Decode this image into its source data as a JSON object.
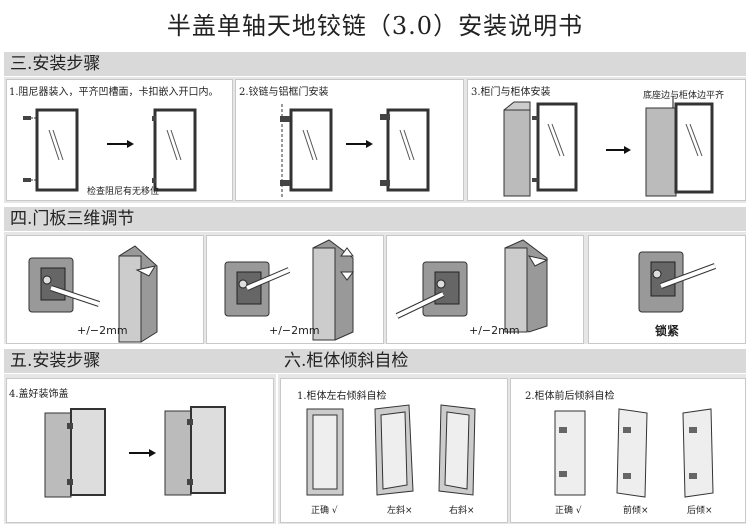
{
  "title": "半盖单轴天地铰链（3.0）安装说明书",
  "section3": {
    "header": "三.安装步骤",
    "step1": "1.阻尼器装入，平齐凹槽面，卡扣嵌入开口内。",
    "step1_note": "检查阻尼有无移位",
    "step2": "2.铰链与铝框门安装",
    "step3": "3.柜门与柜体安装",
    "step3_note": "底座边与柜体边平齐"
  },
  "section4": {
    "header": "四.门板三维调节",
    "adj1": "+/−2mm",
    "adj2": "+/−2mm",
    "adj3": "+/−2mm",
    "lock": "锁紧"
  },
  "section5": {
    "header": "五.安装步骤",
    "step4": "4.盖好装饰盖"
  },
  "section6": {
    "header": "六.柜体倾斜自检",
    "check1": "1.柜体左右倾斜自检",
    "check1_labels": [
      "正确 √",
      "左斜×",
      "右斜×"
    ],
    "check2": "2.柜体前后倾斜自检",
    "check2_labels": [
      "正确 √",
      "前倾×",
      "后倾×"
    ]
  },
  "colors": {
    "header_bg": "#d9d9d9",
    "panel_bg": "#e6e6e6",
    "line": "#333333"
  }
}
